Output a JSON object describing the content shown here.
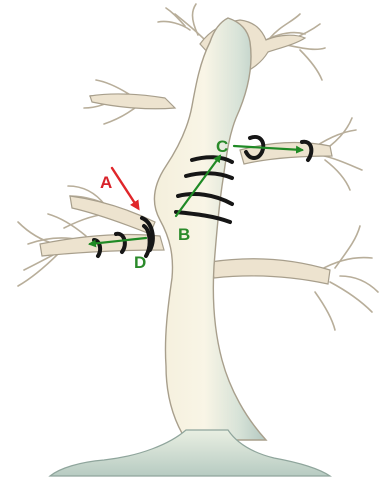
{
  "illustration": {
    "subject": "bonsai-tree-wiring"
  },
  "labels": {
    "a": "A",
    "b": "B",
    "c": "C",
    "d": "D"
  },
  "colors": {
    "arrow_red": "#e0262a",
    "arrow_green": "#1f8a25",
    "label_red": "#d8222a",
    "label_green": "#2a8a2a",
    "wire": "#161616",
    "trunk_light": "#f6f0d9",
    "trunk_shadow": "#b9cdc6",
    "branch": "#ede3cf",
    "branch_outline": "#a89f8c"
  }
}
